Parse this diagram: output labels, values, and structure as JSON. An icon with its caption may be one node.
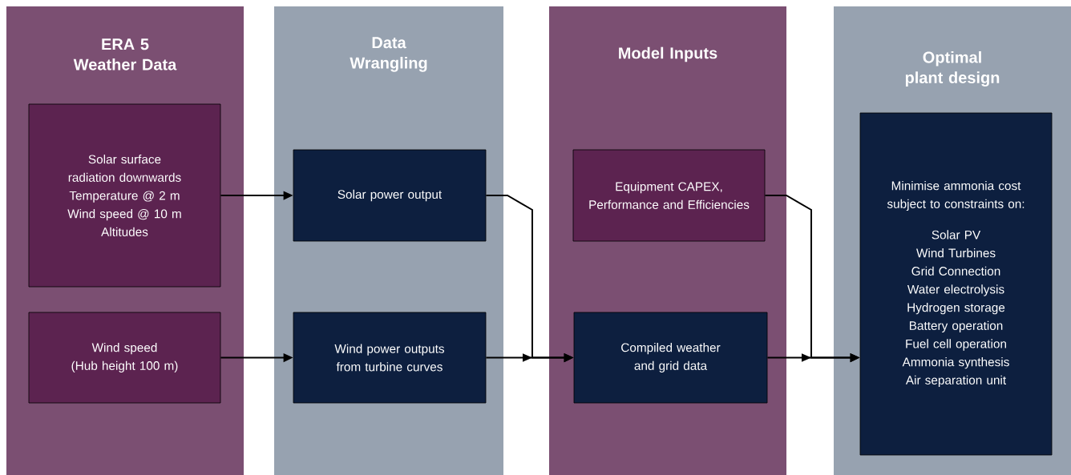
{
  "diagram": {
    "nodes": [
      {
        "text": [
          "ERA 5 Weather Data"
        ]
      },
      {
        "text": [
          "Solar surface radiation downwards",
          "Temperature @ 2 m",
          "Wind speed @ 10 m",
          "Altitudes"
        ],
        "in": 0
      },
      {
        "text": [
          "Wind speed",
          "(Hub height 100 m)"
        ],
        "in": 0
      },
      {
        "text": [
          "Data Wrangling"
        ]
      },
      {
        "text": [
          "Solar power output"
        ],
        "in": 3
      },
      {
        "text": [
          "Wind power outputs from turbine curves"
        ],
        "in": 3
      },
      {
        "text": [
          "Model Inputs"
        ]
      },
      {
        "text": [
          "Equipment CAPEX, Performance and Efficiencies"
        ],
        "in": 6
      },
      {
        "text": [
          "Compiled weather and grid data"
        ],
        "in": 6
      },
      {
        "text": [
          "Optimal plant design"
        ]
      },
      {
        "text": [
          "Minimise ammonia cost subject to constraints on:",
          "Solar PV",
          "Wind Turbines",
          "Grid Connection",
          "Water electrolysis",
          "Hydrogen storage",
          "Battery operation",
          "Fuel cell operation",
          "Ammonia synthesis",
          "Air separation unit"
        ],
        "in": 9
      }
    ],
    "edges": [
      {
        "from": 1,
        "to": 4,
        "arrow": "to"
      },
      {
        "from": 2,
        "to": 5,
        "arrow": "to"
      },
      {
        "from": 4,
        "to": 8,
        "arrow": "to"
      },
      {
        "from": 5,
        "to": 8,
        "arrow": "to"
      },
      {
        "from": 7,
        "to": 10,
        "arrow": "to"
      },
      {
        "from": 8,
        "to": 10,
        "arrow": "to"
      }
    ]
  }
}
